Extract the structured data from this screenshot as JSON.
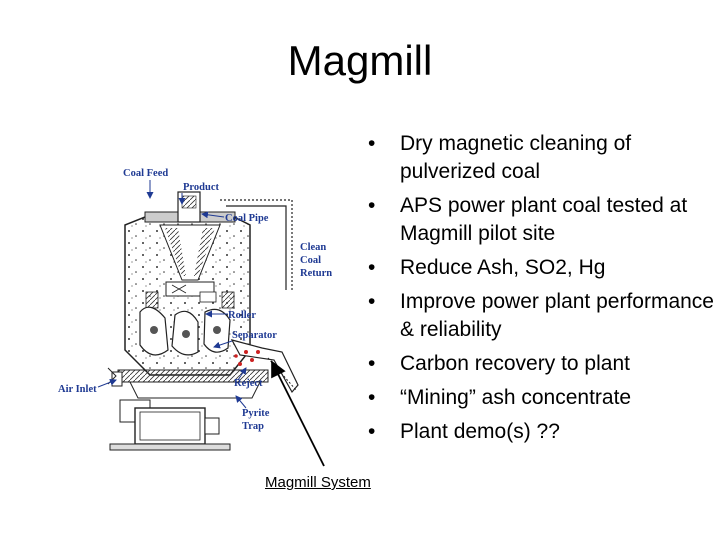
{
  "slide": {
    "title": "Magmill",
    "bullets": [
      "Dry magnetic cleaning of pulverized coal",
      "APS power plant coal tested at Magmill pilot site",
      "Reduce Ash, SO2, Hg",
      "Improve power plant performance & reliability",
      "Carbon recovery to plant",
      "“Mining” ash concentrate",
      "Plant demo(s) ??"
    ],
    "caption": "Magmill System"
  },
  "diagram": {
    "labels": {
      "coal_feed": "Coal Feed",
      "product": "Product",
      "coal_pipe": "Coal Pipe",
      "clean": "Clean",
      "coal": "Coal",
      "return": "Return",
      "roller": "Roller",
      "separator": "Separator",
      "reject": "Reject",
      "air_inlet": "Air Inlet",
      "pyrite": "Pyrite",
      "trap": "Trap"
    },
    "colors": {
      "label": "#1f3a93",
      "reject_dots": "#cc2222"
    }
  }
}
